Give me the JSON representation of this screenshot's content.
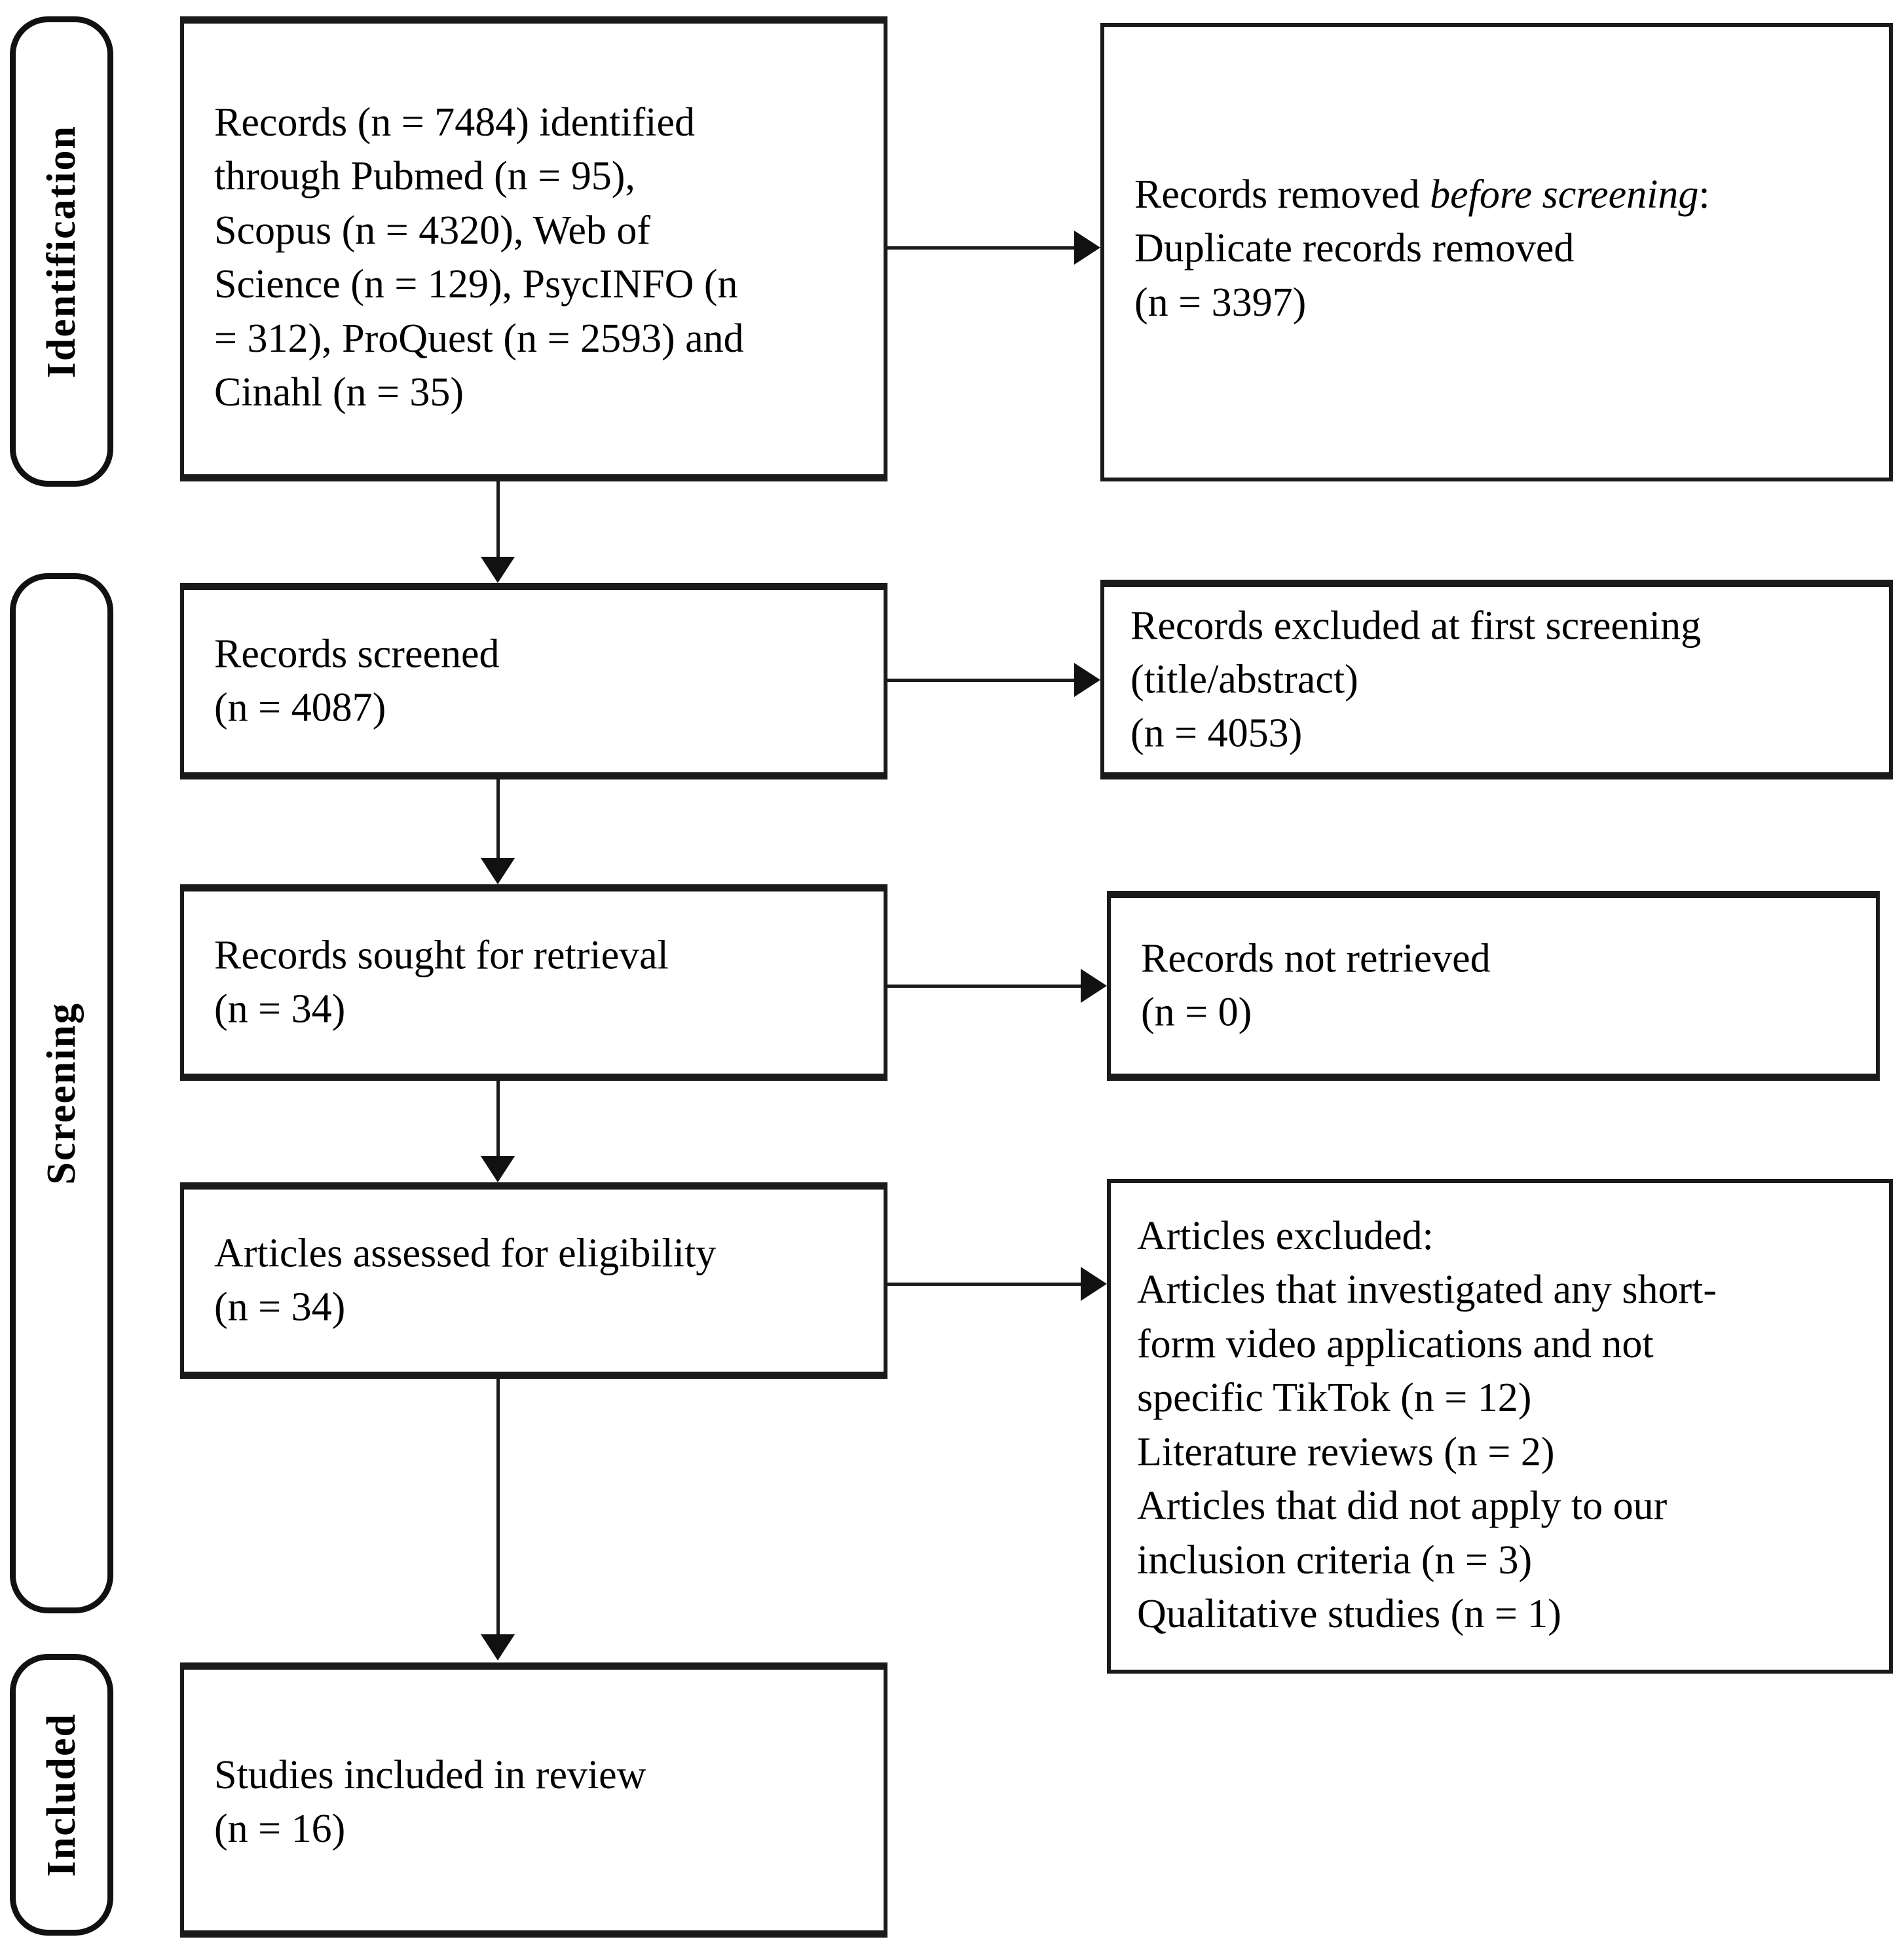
{
  "diagram": {
    "type": "PRISMA flow diagram",
    "stages": [
      {
        "key": "identification",
        "label": "Identification"
      },
      {
        "key": "screening",
        "label": "Screening"
      },
      {
        "key": "included",
        "label": "Included"
      }
    ],
    "boxes": {
      "records_identified": {
        "lines": [
          "Records (n = 7484) identified",
          "through Pubmed (n = 95),",
          "Scopus (n = 4320), Web of",
          "Science (n = 129), PsycINFO (n",
          "= 312), ProQuest (n = 2593) and",
          "Cinahl (n = 35)"
        ]
      },
      "records_removed": {
        "line1_prefix": "Records removed ",
        "line1_italic": "before screening",
        "line1_suffix": ":",
        "line2": "Duplicate records removed",
        "line3": "(n = 3397)"
      },
      "records_screened": {
        "lines": [
          "Records screened",
          "(n = 4087)"
        ]
      },
      "records_excluded_first": {
        "lines": [
          "Records excluded at first screening",
          "(title/abstract)",
          "(n = 4053)"
        ]
      },
      "records_sought": {
        "lines": [
          "Records sought for retrieval",
          "(n = 34)"
        ]
      },
      "records_not_retrieved": {
        "lines": [
          "Records not retrieved",
          "(n = 0)"
        ]
      },
      "articles_assessed": {
        "lines": [
          "Articles assessed for eligibility",
          "(n = 34)"
        ]
      },
      "articles_excluded": {
        "lines": [
          "Articles excluded:",
          "Articles that investigated any short-",
          "form video applications and not",
          "specific TikTok (n = 12)",
          "Literature reviews (n = 2)",
          "Articles that did not apply to our",
          "inclusion criteria (n = 3)",
          "Qualitative studies (n = 1)"
        ]
      },
      "studies_included": {
        "lines": [
          "Studies included in review",
          "(n = 16)"
        ]
      }
    },
    "colors": {
      "stroke": "#1a1a1a",
      "background": "#ffffff",
      "text": "#000000"
    }
  }
}
